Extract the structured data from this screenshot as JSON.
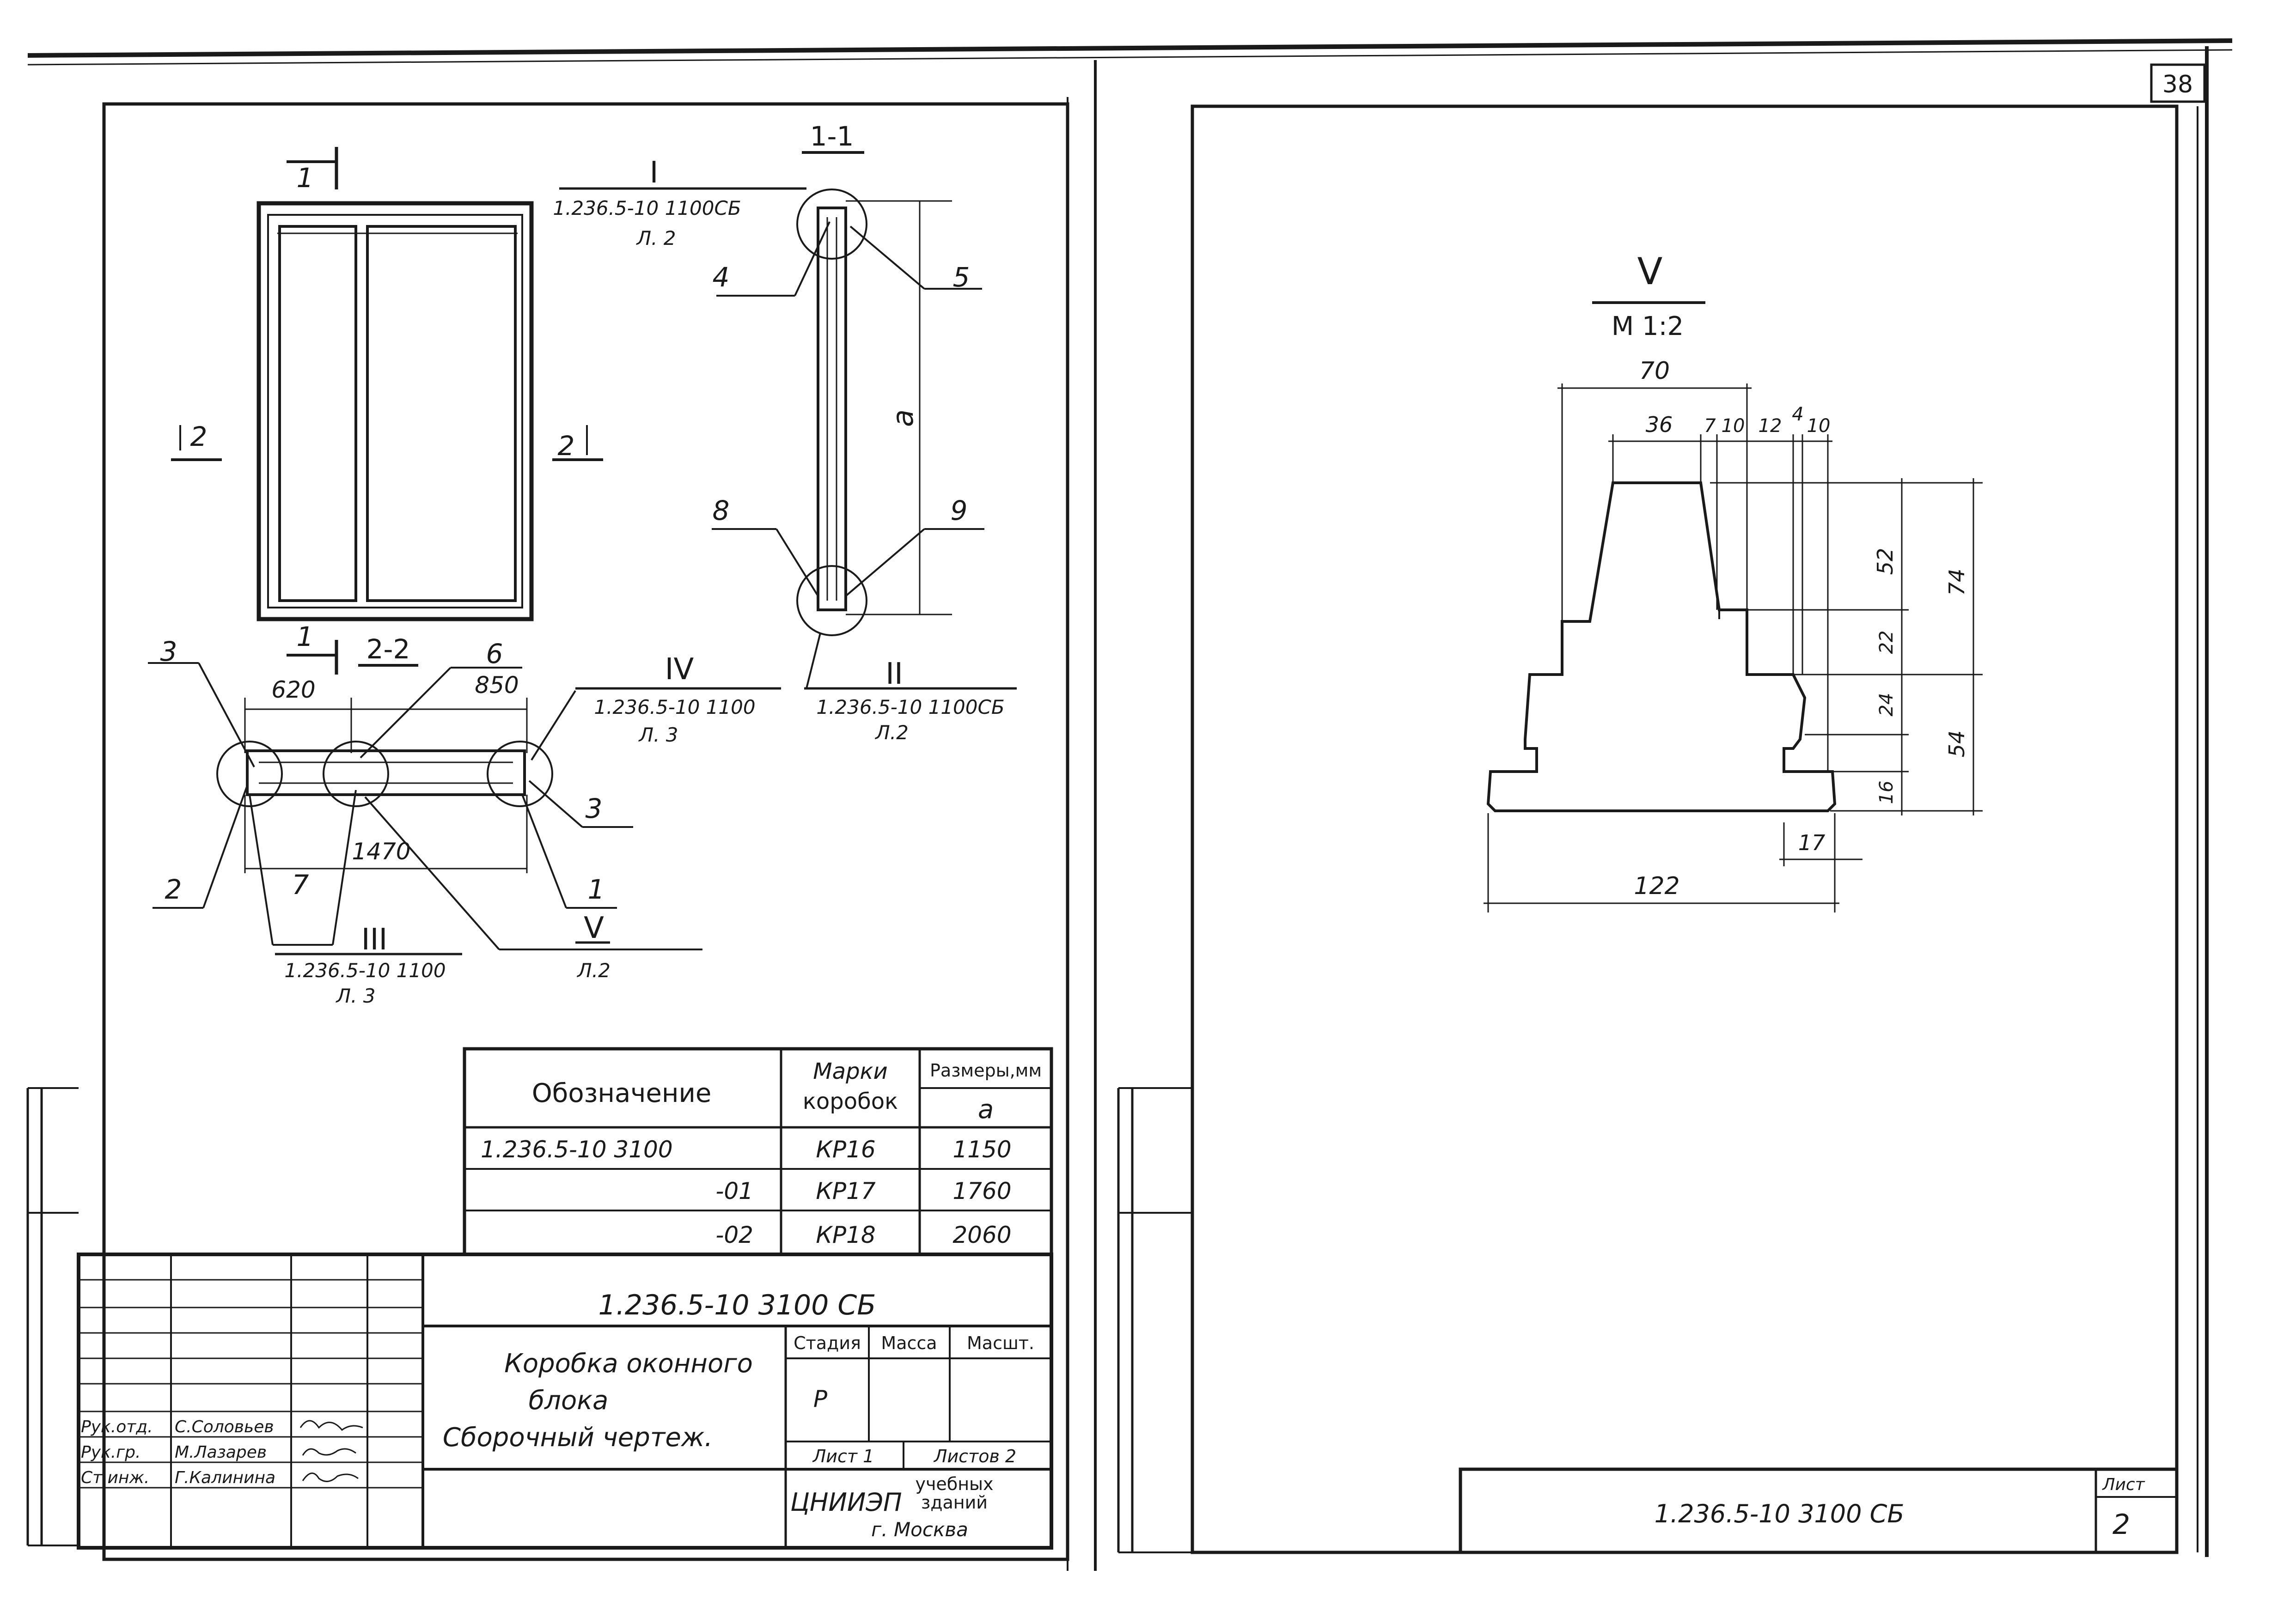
{
  "page_number": "38",
  "left_sheet": {
    "elevation": {
      "section_marks": [
        "1",
        "1",
        "2",
        "2"
      ]
    },
    "section_1_1": {
      "title": "1-1",
      "dim_a": "a",
      "callouts": {
        "c4": "4",
        "c5": "5",
        "c8": "8",
        "c9": "9"
      },
      "detail_I": {
        "numeral": "I",
        "ref": "1.236.5-10 1100СБ",
        "sheet": "Л. 2"
      },
      "detail_II": {
        "numeral": "II",
        "ref": "1.236.5-10 1100СБ",
        "sheet": "Л.2"
      }
    },
    "section_2_2": {
      "title": "2-2",
      "dims": {
        "d620": "620",
        "d850": "850",
        "d1470": "1470"
      },
      "callouts": {
        "c3a": "3",
        "c6": "6",
        "c3b": "3",
        "c2": "2",
        "c7": "7",
        "c1": "1"
      },
      "detail_IV": {
        "numeral": "IV",
        "ref": "1.236.5-10 1100",
        "sheet": "Л. 3"
      },
      "detail_III": {
        "numeral": "III",
        "ref": "1.236.5-10 1100",
        "sheet": "Л. 3"
      },
      "detail_V": {
        "numeral": "V",
        "sheet": "Л.2"
      }
    },
    "spec_table": {
      "headers": {
        "designation": "Обозначение",
        "marks_1": "Марки",
        "marks_2": "коробок",
        "sizes": "Размеры,мм",
        "a": "а"
      },
      "rows": [
        {
          "designation": "1.236.5-10 3100",
          "mark": "КР16",
          "a": "1150"
        },
        {
          "designation": "-01",
          "mark": "КР17",
          "a": "1760"
        },
        {
          "designation": "-02",
          "mark": "КР18",
          "a": "2060"
        }
      ]
    },
    "title_block": {
      "doc_code": "1.236.5-10 3100 СБ",
      "title_lines": [
        "Коробка оконного",
        "блока",
        "Сборочный чертеж."
      ],
      "stage_header": "Стадия",
      "mass_header": "Масса",
      "scale_header": "Масшт.",
      "stage_value": "Р",
      "sheet_label": "Лист 1",
      "sheets_label": "Листов 2",
      "org_name": "ЦНИИЭП",
      "org_desc_1": "учебных",
      "org_desc_2": "зданий",
      "city": "г. Москва",
      "signatures": [
        {
          "role": "Рук.отд.",
          "name": "С.Соловьев"
        },
        {
          "role": "Рук.гр.",
          "name": "М.Лазарев"
        },
        {
          "role": "Ст.инж.",
          "name": "Г.Калинина"
        }
      ]
    }
  },
  "right_sheet": {
    "detail_V": {
      "numeral": "V",
      "scale": "М 1:2"
    },
    "dims": {
      "top_width": "70",
      "w36": "36",
      "w7": "7",
      "w10a": "10",
      "w12": "12",
      "w4": "4",
      "w10b": "10",
      "h52": "52",
      "h74": "74",
      "h22": "22",
      "h24": "24",
      "h54": "54",
      "h16": "16",
      "w17": "17",
      "base_width": "122"
    },
    "title_block": {
      "doc_code": "1.236.5-10 3100 СБ",
      "sheet_label": "Лист",
      "sheet_number": "2"
    }
  }
}
